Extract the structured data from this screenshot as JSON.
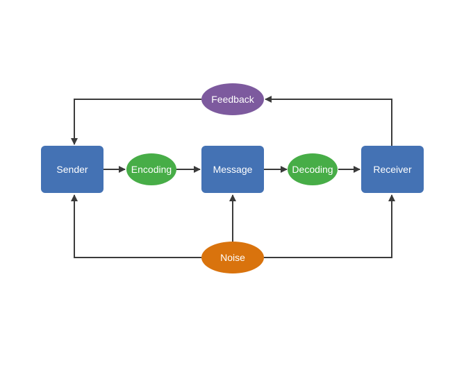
{
  "diagram": {
    "nodes": {
      "sender": {
        "label": "Sender",
        "color": "#4472b4"
      },
      "message": {
        "label": "Message",
        "color": "#4472b4"
      },
      "receiver": {
        "label": "Receiver",
        "color": "#4472b4"
      },
      "encoding": {
        "label": "Encoding",
        "color": "#47ad47"
      },
      "decoding": {
        "label": "Decoding",
        "color": "#47ad47"
      },
      "feedback": {
        "label": "Feedback",
        "color": "#7d5a9e"
      },
      "noise": {
        "label": "Noise",
        "color": "#d9730d"
      }
    },
    "connector_color": "#3a3a3a"
  }
}
